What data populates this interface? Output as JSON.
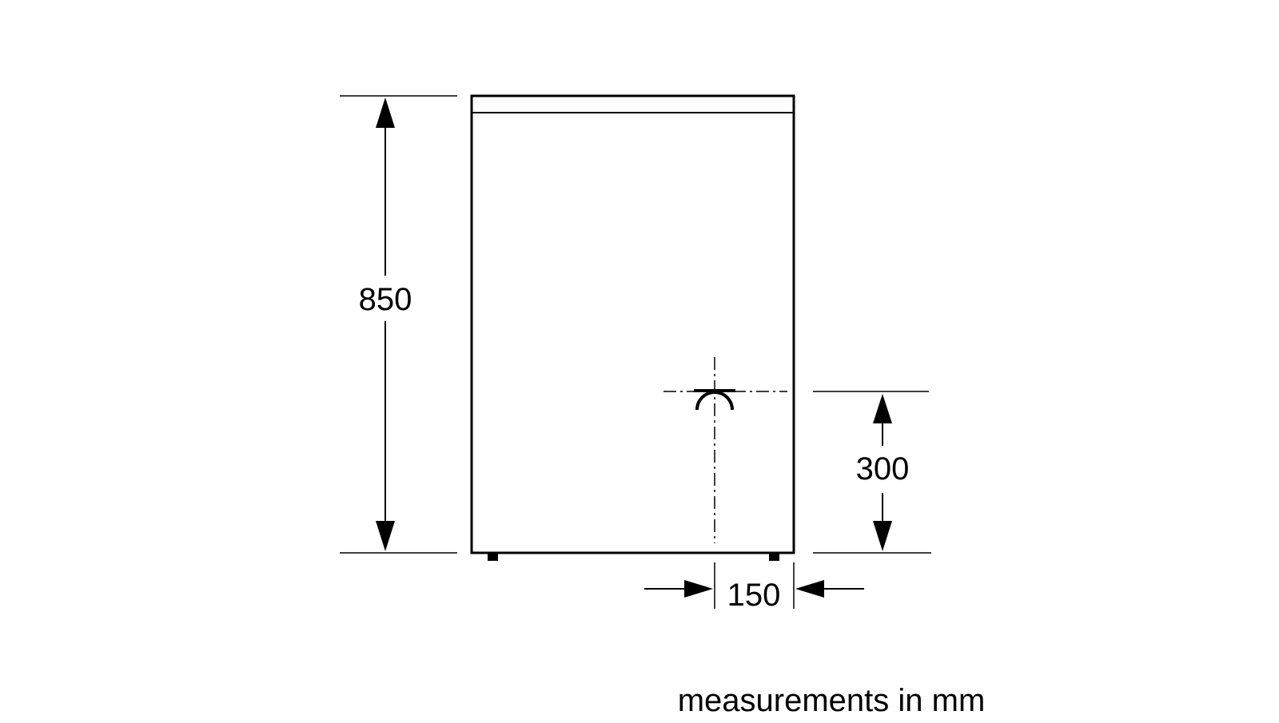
{
  "dimensions": {
    "height": "850",
    "connection_height": "300",
    "connection_offset": "150"
  },
  "unit_note": "measurements in mm",
  "icons": {
    "connection": "gas-connection-icon",
    "arrow": "arrowhead-icon"
  },
  "colors": {
    "line": "#000000",
    "background": "#ffffff"
  }
}
